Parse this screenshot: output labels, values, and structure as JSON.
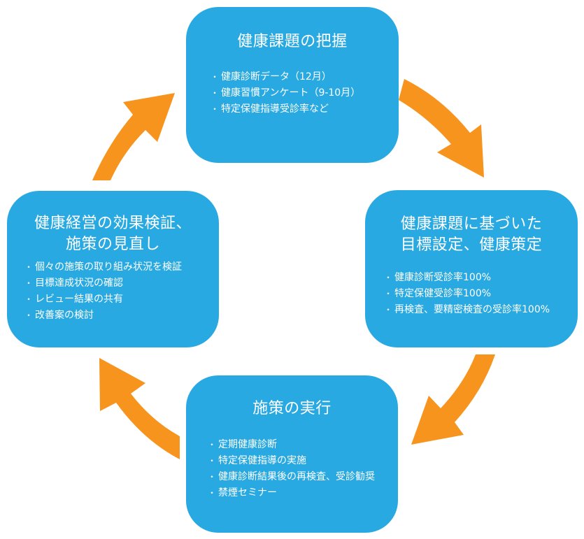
{
  "colors": {
    "box_fill": "#29a9e1",
    "box_text": "#ffffff",
    "arrow_fill": "#f7941d",
    "background": "#ffffff"
  },
  "cycle": {
    "steps": [
      {
        "id": "grasp",
        "title": "健康課題の把握",
        "items": [
          "健康診断データ（12月）",
          "健康習慣アンケート（9-10月）",
          "特定保健指導受診率など"
        ]
      },
      {
        "id": "plan",
        "title": "健康課題に基づいた\n目標設定、健康策定",
        "items": [
          "健康診断受診率100%",
          "特定保健受診率100%",
          "再検査、要精密検査の受診率100%"
        ]
      },
      {
        "id": "execute",
        "title": "施策の実行",
        "items": [
          "定期健康診断",
          "特定保健指導の実施",
          "健康診断結果後の再検査、受診勧奨",
          "禁煙セミナー"
        ]
      },
      {
        "id": "review",
        "title": "健康経営の効果検証、\n施策の見直し",
        "items": [
          "個々の施策の取り組み状況を検証",
          "目標達成状況の確認",
          "レビュー結果の共有",
          "改善案の検討"
        ]
      }
    ],
    "bullet": "・",
    "arrows": [
      {
        "from": "grasp",
        "to": "plan",
        "direction": "clockwise"
      },
      {
        "from": "plan",
        "to": "execute",
        "direction": "clockwise"
      },
      {
        "from": "execute",
        "to": "review",
        "direction": "clockwise"
      },
      {
        "from": "review",
        "to": "grasp",
        "direction": "clockwise"
      }
    ]
  }
}
